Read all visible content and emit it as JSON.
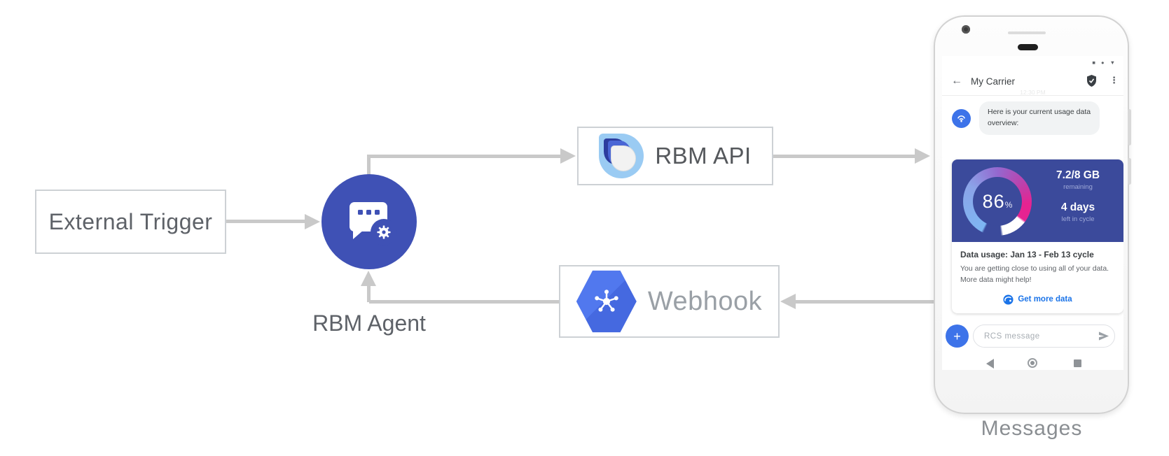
{
  "colors": {
    "agent_blue": "#3F51B5",
    "webhook_blue": "#4D73E8",
    "card_blue": "#3B4A9B",
    "chat_blue": "#3D73E9",
    "link_blue": "#1A73E8",
    "arrow_gray": "#C9C9C9",
    "gauge_purple": "#9468CF",
    "gauge_pink": "#E62391",
    "gauge_light_blue": "#7EB7F3"
  },
  "diagram": {
    "external_trigger_label": "External Trigger",
    "agent_label": "RBM Agent",
    "api_label": "RBM API",
    "webhook_label": "Webhook",
    "messages_caption": "Messages"
  },
  "phone": {
    "status_icons_glyph": "■ ● ▼",
    "header": {
      "back_glyph": "←",
      "title": "My Carrier",
      "menu_glyph": "⋮"
    },
    "faint_timestamp": "12:30 PM",
    "chat": {
      "bot_message": "Here is your current usage data overview:"
    },
    "usage_card": {
      "percent_value": "86",
      "percent_sign": "%",
      "quota": "7.2/8 GB",
      "quota_caption": "remaining",
      "days_left": "4 days",
      "days_caption": "left in cycle",
      "title": "Data usage: Jan 13 - Feb 13 cycle",
      "body_line1": "You are getting close to using all of your data.",
      "body_line2": "More data might help!",
      "cta_label": "Get more data"
    },
    "compose": {
      "plus_glyph": "+",
      "placeholder": "RCS message"
    }
  }
}
